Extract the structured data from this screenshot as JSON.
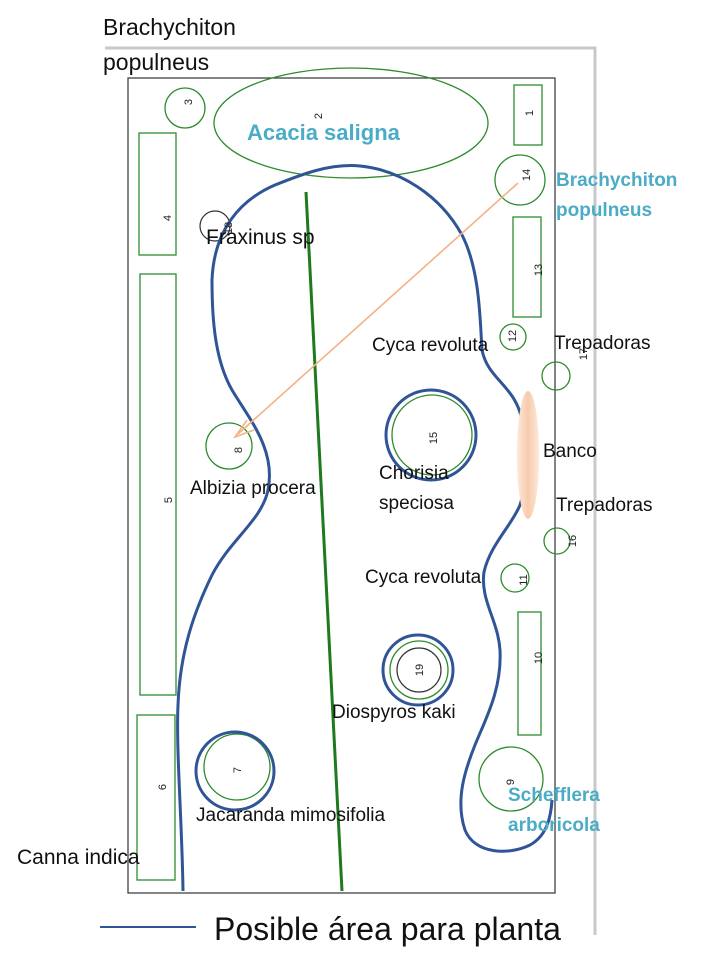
{
  "title": {
    "line1": "Brachychiton",
    "line2": "populneus"
  },
  "bed_numbers": {
    "b1": "1",
    "b2": "2",
    "b3": "3",
    "b4": "4",
    "b5": "5",
    "b6": "6",
    "b7": "7",
    "b8": "8",
    "b9": "9",
    "b10": "10",
    "b11": "11",
    "b12": "12",
    "b13": "13",
    "b14": "14",
    "b15": "15",
    "b16": "16",
    "b17": "17",
    "b18": "18",
    "b19": "19"
  },
  "labels": {
    "acacia": "Acacia saligna",
    "brachy_right_1": "Brachychiton",
    "brachy_right_2": "populneus",
    "fraxinus": "Fraxinus sp",
    "cyca_1": "Cyca revoluta",
    "trepadoras_1": "Trepadoras",
    "banco": "Banco",
    "trepadoras_2": "Trepadoras",
    "chorisia_1": "Chorisia",
    "chorisia_2": "speciosa",
    "albizia": "Albizia procera",
    "cyca_2": "Cyca revoluta",
    "diospyros": "Diospyros kaki",
    "schefflera_1": "Schefflera",
    "schefflera_2": "arboricola",
    "jacaranda": "Jacaranda mimosifolia",
    "canna": "Canna indica"
  },
  "legend": {
    "label": "Posible área para planta"
  },
  "colors": {
    "bed_green": "#2e8b2e",
    "area_blue": "#2f5597",
    "path_green": "#1f7a1f",
    "teal_label": "#4bacc6",
    "arrow_peach": "#f4b183",
    "banco_fill": "#fbd5b5",
    "border_gray": "#c8c8c8"
  }
}
